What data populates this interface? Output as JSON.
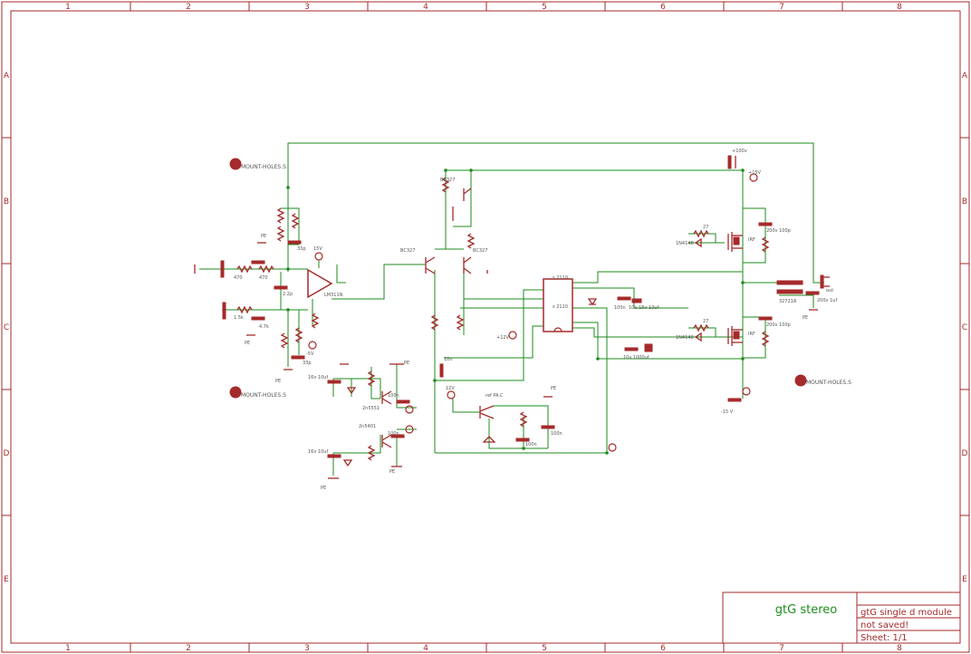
{
  "sheet": {
    "columns": [
      "1",
      "2",
      "3",
      "4",
      "5",
      "6",
      "7",
      "8"
    ],
    "rows": [
      "A",
      "B",
      "C",
      "D",
      "E"
    ]
  },
  "title_block": {
    "project": "gtG stereo",
    "name": "gtG single d module",
    "status": "not saved!",
    "sheet": "Sheet: 1/1"
  },
  "labels": {
    "mount1": "MOUNT-HOLES.S",
    "mount2": "MOUNT-HOLES.S",
    "mount3": "MOUNT-HOLES.S",
    "opamp": "LM311N",
    "bc327": "BC327",
    "bc327b": "BC327",
    "bc327c": "BC327",
    "ir2110a": "s 2110",
    "ir2110b": "s 2110",
    "irf_top": "IRF",
    "irf_bot": "IRF",
    "cap200a": "200v 100p",
    "cap200b": "200v 100p",
    "cap200c": "200v 1uf",
    "ind": "32721A",
    "out": "out",
    "pe": "PE",
    "v15": "15V",
    "vminus5": "-5V",
    "v12": "12V",
    "vplus12": "+12V",
    "cap100": "100n",
    "cap10u": "10u 16v 10uf",
    "diode1": "1N4148",
    "diode2": "1N4148",
    "r27a": "27",
    "r27b": "27",
    "r470a": "470",
    "r470b": "470",
    "c22": "2.2p",
    "c33": "33p",
    "c33b": "33p",
    "c16v10ua": "16v 10uf",
    "c16v10ub": "16v 10uf",
    "q2n5551": "2n5551",
    "q2n5401": "2n5401",
    "ref": "ref PA.C",
    "cap10": "10n",
    "r1k5": "1.5k",
    "r47k": "4.7k",
    "vhigh": "+100v",
    "v15b": "+15V",
    "vneg": "-15 V",
    "cap1000": "10v 1000uf",
    "cap100n2": "100n"
  }
}
